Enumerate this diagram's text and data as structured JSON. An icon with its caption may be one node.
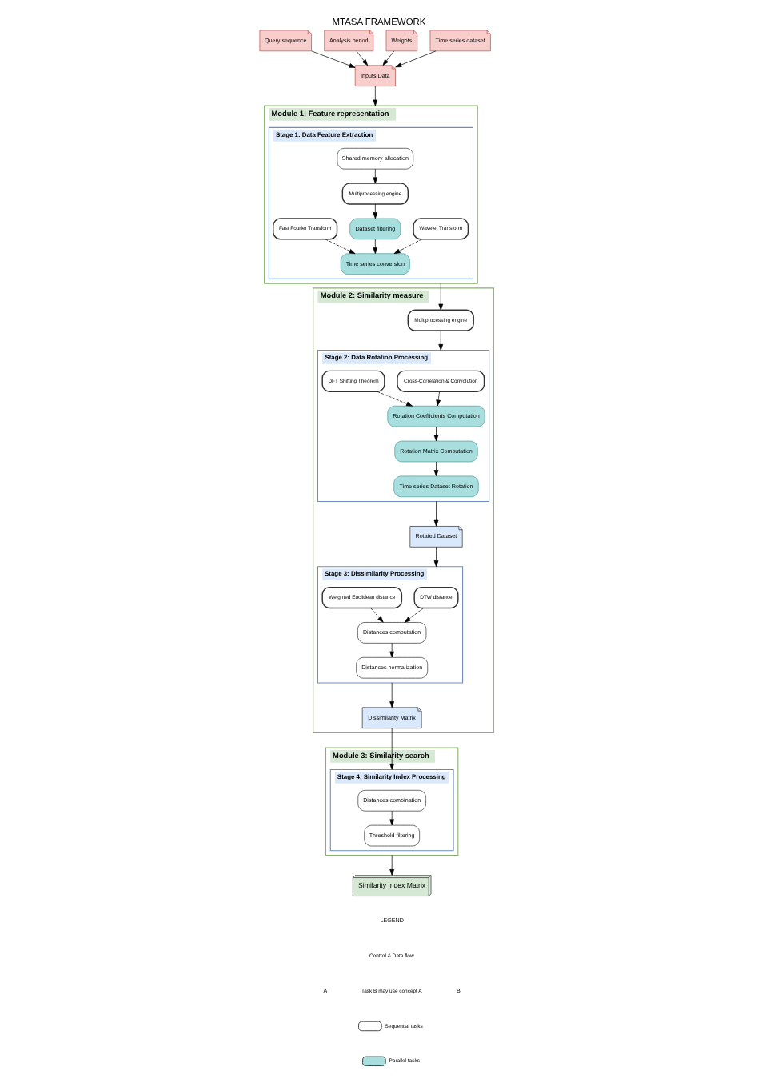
{
  "diagram": {
    "title": "MTASA FRAMEWORK",
    "nodes": [
      {
        "text": [
          "Query sequence"
        ]
      },
      {
        "text": [
          "Analysis period"
        ]
      },
      {
        "text": [
          "Weights"
        ]
      },
      {
        "text": [
          "Time series dataset"
        ]
      },
      {
        "text": [
          "Inputs Data"
        ]
      },
      {
        "text": [
          "Module 1: Feature representation"
        ]
      },
      {
        "text": [
          "Stage 1: Data Feature Extraction"
        ],
        "in": 5
      },
      {
        "text": [
          "Shared memory allocation"
        ],
        "in": 6
      },
      {
        "text": [
          "Multiprocessing engine"
        ],
        "in": 6
      },
      {
        "text": [
          "Dataset filtering"
        ],
        "in": 6
      },
      {
        "text": [
          "Time series conversion"
        ],
        "in": 6
      },
      {
        "text": [
          "Fast Fourier Transform"
        ],
        "in": 6
      },
      {
        "text": [
          "Wavelet Transform"
        ],
        "in": 6
      },
      {
        "text": [
          "Module 2: Similarity measure"
        ]
      },
      {
        "text": [
          "Multiprocessing engine"
        ],
        "in": 13
      },
      {
        "text": [
          "Stage 2: Data Rotation Processing"
        ],
        "in": 13
      },
      {
        "text": [
          "Cross-Correlation & Convolution"
        ],
        "in": 15
      },
      {
        "text": [
          "DFT Shifting Theorem"
        ],
        "in": 15
      },
      {
        "text": [
          "Rotation Coefficients Computation"
        ],
        "in": 15
      },
      {
        "text": [
          "Rotation Matrix Computation"
        ],
        "in": 15
      },
      {
        "text": [
          "Time series Dataset Rotation"
        ],
        "in": 15
      },
      {
        "text": [
          "Rotated Dataset"
        ],
        "in": 13
      },
      {
        "text": [
          "Stage 3: Dissimilarity Processing"
        ],
        "in": 13
      },
      {
        "text": [
          "DTW distance"
        ],
        "in": 22
      },
      {
        "text": [
          "Weighted Euclidean distance"
        ],
        "in": 22
      },
      {
        "text": [
          "Distances computation"
        ],
        "in": 22
      },
      {
        "text": [
          "Distances normalization"
        ],
        "in": 22
      },
      {
        "text": [
          "Dissimilarity Matrix"
        ],
        "in": 13
      },
      {
        "text": [
          "Module 3: Similarity search"
        ]
      },
      {
        "text": [
          "Stage 4: Similarity Index Processing"
        ],
        "in": 28
      },
      {
        "text": [
          "Distances combination"
        ],
        "in": 29
      },
      {
        "text": [
          "Threshold filtering"
        ],
        "in": 29
      },
      {
        "text": [
          "Similarity Index Matrix"
        ]
      }
    ],
    "edges": [
      {
        "from": 0,
        "to": 4,
        "arrow": "to"
      },
      {
        "from": 1,
        "to": 4,
        "arrow": "to"
      },
      {
        "from": 2,
        "to": 4,
        "arrow": "to"
      },
      {
        "from": 3,
        "to": 4,
        "arrow": "to"
      },
      {
        "from": 4,
        "to": 5,
        "arrow": "to"
      },
      {
        "from": 7,
        "to": 8,
        "arrow": "to"
      },
      {
        "from": 8,
        "to": 9,
        "arrow": "to"
      },
      {
        "from": 9,
        "to": 10,
        "arrow": "to"
      },
      {
        "from": 11,
        "to": 10,
        "arrow": "to",
        "style": "dashed"
      },
      {
        "from": 12,
        "to": 10,
        "arrow": "to",
        "style": "dashed"
      },
      {
        "from": 5,
        "to": 14,
        "arrow": "to"
      },
      {
        "from": 14,
        "to": 15,
        "arrow": "to"
      },
      {
        "from": 16,
        "to": 18,
        "arrow": "to",
        "style": "dashed"
      },
      {
        "from": 17,
        "to": 18,
        "arrow": "to",
        "style": "dashed"
      },
      {
        "from": 18,
        "to": 19,
        "arrow": "to"
      },
      {
        "from": 19,
        "to": 20,
        "arrow": "to"
      },
      {
        "from": 15,
        "to": 21,
        "arrow": "to"
      },
      {
        "from": 21,
        "to": 22,
        "arrow": "to"
      },
      {
        "from": 23,
        "to": 25,
        "arrow": "to",
        "style": "dashed"
      },
      {
        "from": 24,
        "to": 25,
        "arrow": "to",
        "style": "dashed"
      },
      {
        "from": 25,
        "to": 26,
        "arrow": "to"
      },
      {
        "from": 22,
        "to": 27,
        "arrow": "to"
      },
      {
        "from": 27,
        "to": 29,
        "arrow": "to"
      },
      {
        "from": 30,
        "to": 31,
        "arrow": "to"
      },
      {
        "from": 28,
        "to": 32,
        "arrow": "to"
      }
    ],
    "labels": [
      "LEGEND",
      "A",
      "B"
    ],
    "legend": [
      {
        "text": "Control & Data flow"
      },
      {
        "text": "Task B may use concept A"
      },
      {
        "text": "Sequential tasks",
        "color": "#ffffff"
      },
      {
        "text": "Parallel tasks",
        "color": "#a8dede"
      }
    ]
  }
}
